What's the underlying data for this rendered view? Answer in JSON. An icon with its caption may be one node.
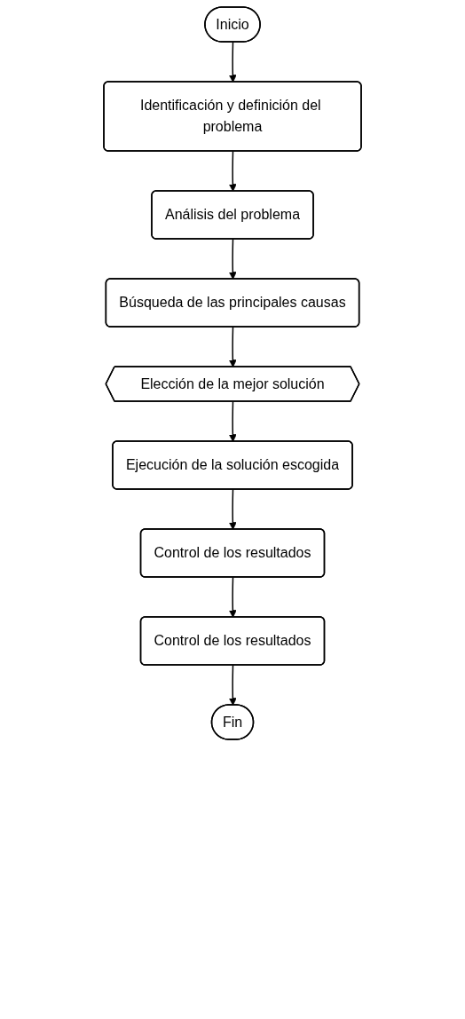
{
  "diagram": {
    "nodes": [
      {
        "text": [
          "Inicio"
        ]
      },
      {
        "text": [
          "Identificación y definición del problema"
        ]
      },
      {
        "text": [
          "Análisis del problema"
        ]
      },
      {
        "text": [
          "Búsqueda de las principales causas"
        ]
      },
      {
        "text": [
          "Elección de la mejor solución"
        ]
      },
      {
        "text": [
          "Ejecución de la solución escogida"
        ]
      },
      {
        "text": [
          "Control de los resultados"
        ]
      },
      {
        "text": [
          "Control de los resultados"
        ]
      },
      {
        "text": [
          "Fin"
        ]
      }
    ],
    "edges": [
      {
        "from": 0,
        "to": 1,
        "arrow": "to"
      },
      {
        "from": 1,
        "to": 2,
        "arrow": "to"
      },
      {
        "from": 2,
        "to": 3,
        "arrow": "to"
      },
      {
        "from": 3,
        "to": 4,
        "arrow": "to"
      },
      {
        "from": 4,
        "to": 5,
        "arrow": "to"
      },
      {
        "from": 5,
        "to": 6,
        "arrow": "to"
      },
      {
        "from": 6,
        "to": 7,
        "arrow": "to"
      },
      {
        "from": 7,
        "to": 8,
        "arrow": "to"
      }
    ]
  }
}
